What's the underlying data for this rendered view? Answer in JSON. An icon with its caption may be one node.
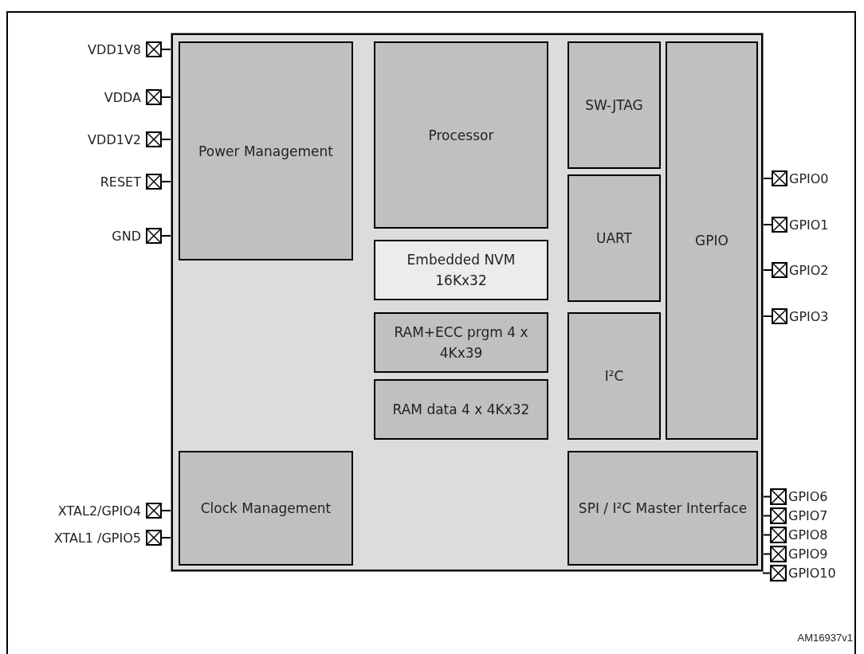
{
  "diagram": {
    "nodes": [
      {
        "text": [],
        "shape": "box"
      },
      {
        "text": [
          "Power Management"
        ],
        "in": 0
      },
      {
        "text": [
          "Processor"
        ],
        "in": 0
      },
      {
        "text": [
          "Embedded NVM 16Kx32"
        ],
        "in": 0
      },
      {
        "text": [
          "RAM+ECC prgm 4 x 4Kx39"
        ],
        "in": 0
      },
      {
        "text": [
          "RAM data 4 x 4Kx32"
        ],
        "in": 0
      },
      {
        "text": [
          "SW-JTAG"
        ],
        "in": 0
      },
      {
        "text": [
          "UART"
        ],
        "in": 0
      },
      {
        "text": [
          "I²C"
        ],
        "in": 0
      },
      {
        "text": [
          "GPIO"
        ],
        "in": 0
      },
      {
        "text": [
          "Clock Management"
        ],
        "in": 0
      },
      {
        "text": [
          "SPI / I²C Master Interface"
        ],
        "in": 0
      },
      {
        "text": [
          "VDD1V8"
        ]
      },
      {
        "text": [
          "VDDA"
        ]
      },
      {
        "text": [
          "VDD1V2"
        ]
      },
      {
        "text": [
          "RESET"
        ]
      },
      {
        "text": [
          "GND"
        ]
      },
      {
        "text": [
          "XTAL2/GPIO4"
        ]
      },
      {
        "text": [
          "XTAL1 /GPIO5"
        ]
      },
      {
        "text": [
          "GPIO0"
        ]
      },
      {
        "text": [
          "GPIO1"
        ]
      },
      {
        "text": [
          "GPIO2"
        ]
      },
      {
        "text": [
          "GPIO3"
        ]
      },
      {
        "text": [
          "GPIO6"
        ]
      },
      {
        "text": [
          "GPIO7"
        ]
      },
      {
        "text": [
          "GPIO8"
        ]
      },
      {
        "text": [
          "GPIO9"
        ]
      },
      {
        "text": [
          "GPIO10"
        ]
      }
    ],
    "edges": [
      {
        "from": 12,
        "to": 0,
        "arrow": "none"
      },
      {
        "from": 13,
        "to": 0,
        "arrow": "none"
      },
      {
        "from": 14,
        "to": 0,
        "arrow": "none"
      },
      {
        "from": 15,
        "to": 0,
        "arrow": "none"
      },
      {
        "from": 16,
        "to": 0,
        "arrow": "none"
      },
      {
        "from": 17,
        "to": 0,
        "arrow": "none"
      },
      {
        "from": 18,
        "to": 0,
        "arrow": "none"
      },
      {
        "from": 19,
        "to": 0,
        "arrow": "none"
      },
      {
        "from": 20,
        "to": 0,
        "arrow": "none"
      },
      {
        "from": 21,
        "to": 0,
        "arrow": "none"
      },
      {
        "from": 22,
        "to": 0,
        "arrow": "none"
      },
      {
        "from": 23,
        "to": 0,
        "arrow": "none"
      },
      {
        "from": 24,
        "to": 0,
        "arrow": "none"
      },
      {
        "from": 25,
        "to": 0,
        "arrow": "none"
      },
      {
        "from": 26,
        "to": 0,
        "arrow": "none"
      },
      {
        "from": 27,
        "to": 0,
        "arrow": "none"
      }
    ],
    "labels": [
      "AM16937v1"
    ]
  }
}
